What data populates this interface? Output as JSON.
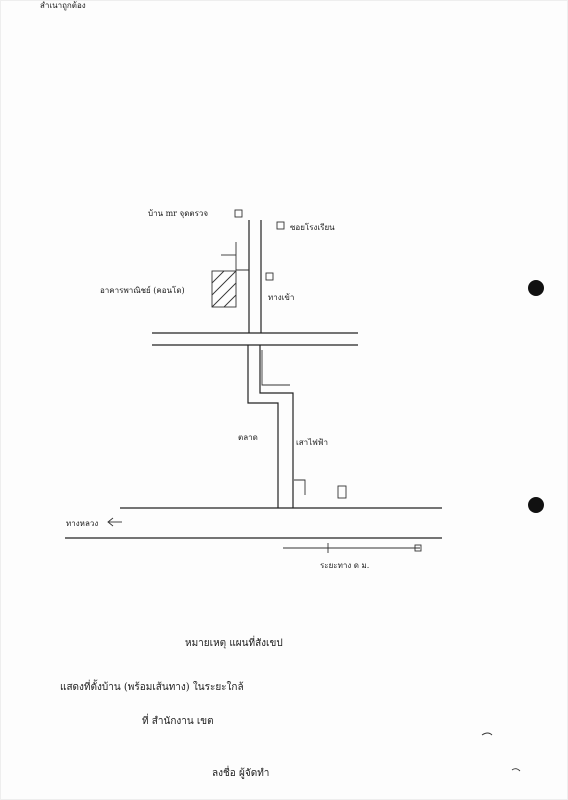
{
  "header_text": "สำเนาถูกต้อง",
  "map_labels": {
    "top_left": "บ้าน mr จุดตรวจ",
    "top_right": "ซอยโรงเรียน",
    "building_left": "อาคารพาณิชย์ (คอนโด)",
    "road_sign_1": "ทางเข้า",
    "road_sign_2": "เสาไฟฟ้า",
    "road_sign_3": "ตลาด",
    "left_arrow": "ทางหลวง",
    "bottom_label": "ระยะทาง ด ม."
  },
  "notes": [
    "หมายเหตุ แผนที่สังเขป",
    "แสดงที่ตั้งบ้าน (พร้อมเส้นทาง) ในระยะใกล้",
    "ที่ สำนักงาน เขต",
    "ลงชื่อ ผู้จัดทำ"
  ]
}
